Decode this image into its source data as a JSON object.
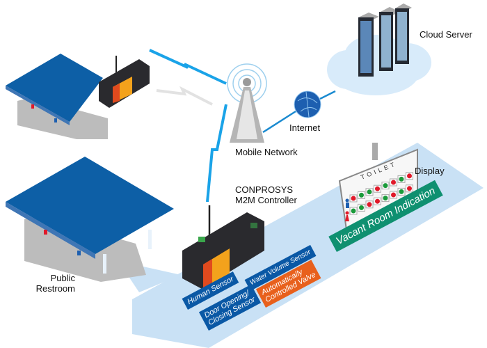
{
  "labels": {
    "cloud_server": "Cloud Server",
    "internet": "Internet",
    "mobile_network": "Mobile Network",
    "controller_line1": "CONPROSYS",
    "controller_line2": "M2M Controller",
    "display": "Display",
    "public_restroom_line1": "Public",
    "public_restroom_line2": "Restroom",
    "toilet_sign": "TOILET"
  },
  "tags": {
    "human_sensor": "Human Sensor",
    "water_volume_sensor": "Water Volume Sensor",
    "door_sensor_line1": "Door Opening/",
    "door_sensor_line2": "Closing Sensor",
    "valve_line1": "Automatically",
    "valve_line2": "Controlled Valve",
    "vacant_room": "Vacant Room Indication"
  },
  "display_lights": {
    "male_row": [
      "red",
      "green",
      "green",
      "red",
      "green",
      "red",
      "green",
      "red"
    ],
    "female_row": [
      "green",
      "green",
      "red",
      "red",
      "green",
      "red",
      "green",
      "red"
    ]
  },
  "colors": {
    "roof": "#0d5fa6",
    "signal": "#1aa3e8",
    "panel": "#c9e1f5",
    "tag_blue": "#0a58a5",
    "tag_orange": "#e8601c",
    "tag_green": "#0f9070",
    "light_red": "#e0192a",
    "light_green": "#1a9a3a"
  }
}
